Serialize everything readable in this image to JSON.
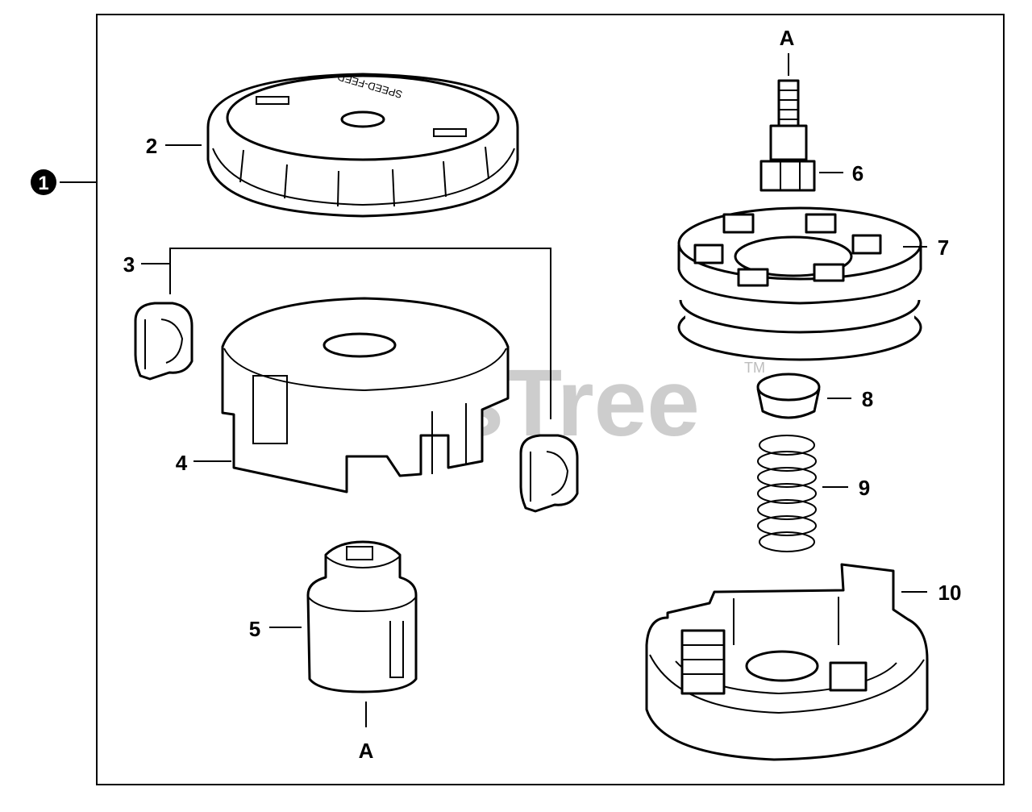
{
  "watermark": {
    "text": "PartsTree",
    "trademark": "TM"
  },
  "assembly_marker": "1",
  "callouts": {
    "c2": "2",
    "c3": "3",
    "c4": "4",
    "c5": "5",
    "c6": "6",
    "c7": "7",
    "c8": "8",
    "c9": "9",
    "c10": "10",
    "a_top": "A",
    "a_bottom": "A"
  },
  "spool_cover_text": "SPEED-FEED"
}
